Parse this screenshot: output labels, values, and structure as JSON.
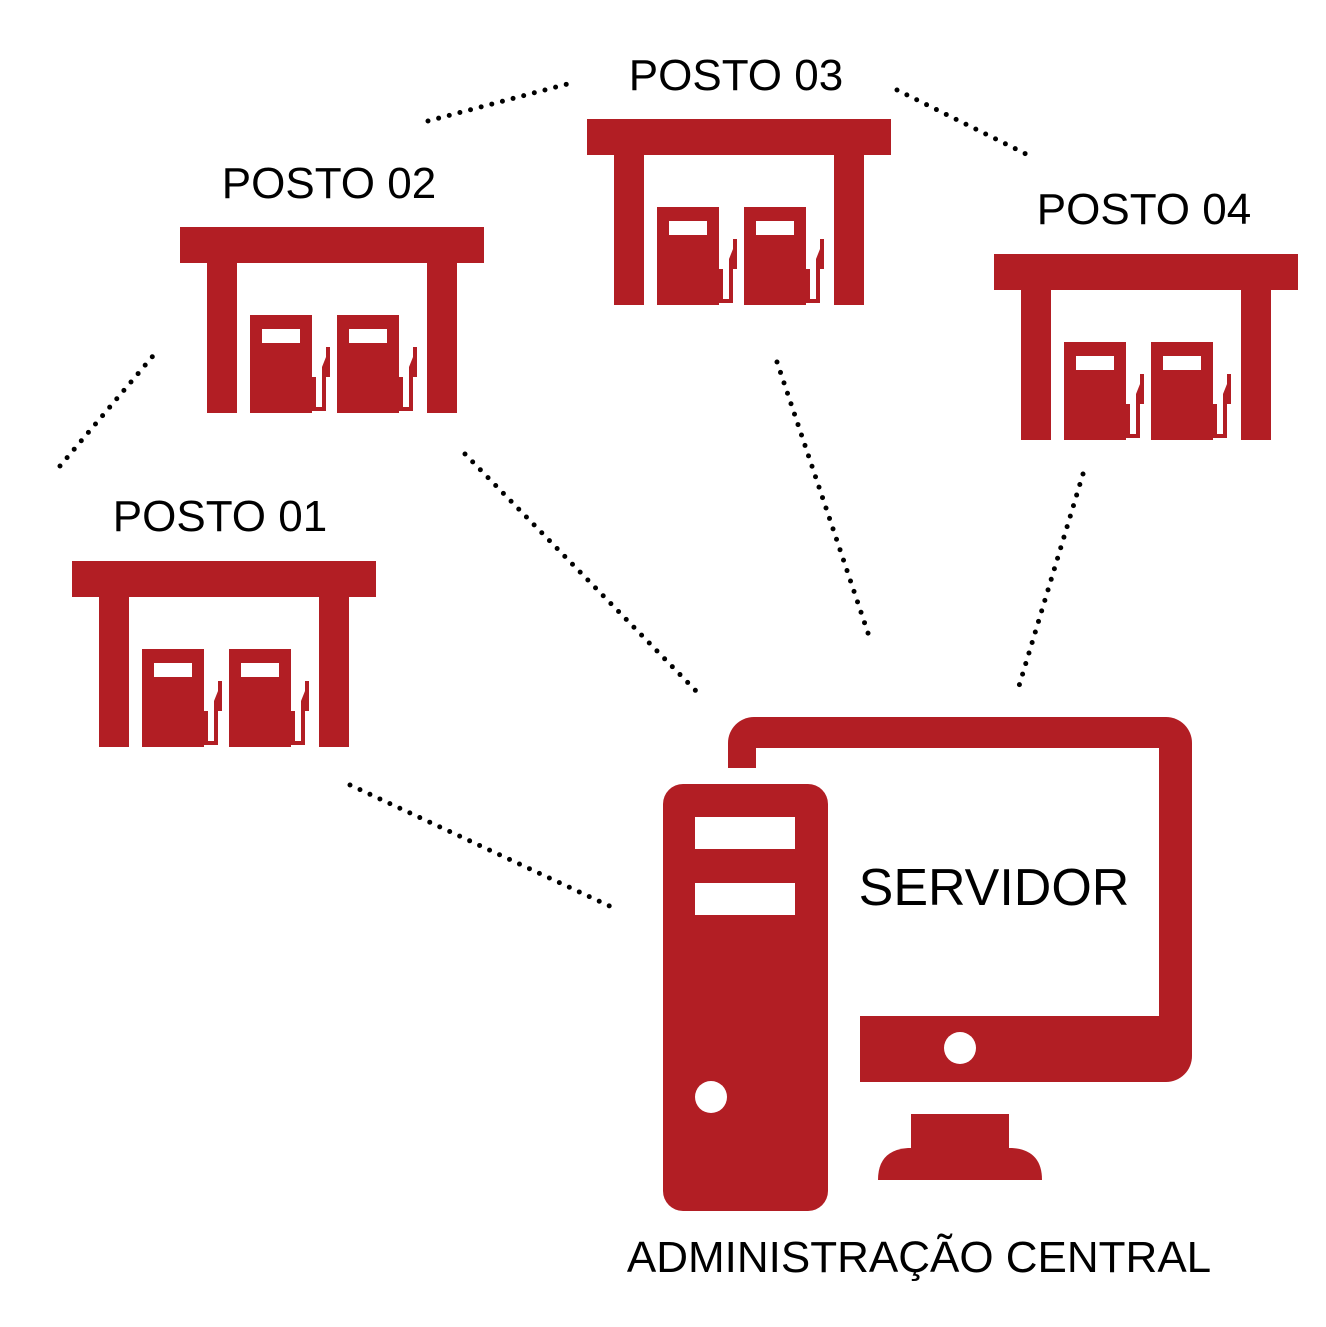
{
  "diagram": {
    "colors": {
      "primary": "#b21e24",
      "connector": "#000000",
      "background": "#ffffff"
    },
    "nodes": [
      {
        "id": "posto-01",
        "label": "POSTO 01",
        "icon": "gas-station-icon"
      },
      {
        "id": "posto-02",
        "label": "POSTO 02",
        "icon": "gas-station-icon"
      },
      {
        "id": "posto-03",
        "label": "POSTO 03",
        "icon": "gas-station-icon"
      },
      {
        "id": "posto-04",
        "label": "POSTO 04",
        "icon": "gas-station-icon"
      },
      {
        "id": "servidor",
        "label": "SERVIDOR",
        "icon": "desktop-computer-icon"
      }
    ],
    "footer_label": "ADMINISTRAÇÃO CENTRAL",
    "connections": [
      {
        "from": "posto-01",
        "to": "posto-02",
        "style": "dotted"
      },
      {
        "from": "posto-02",
        "to": "posto-03",
        "style": "dotted"
      },
      {
        "from": "posto-03",
        "to": "posto-04",
        "style": "dotted"
      },
      {
        "from": "posto-01",
        "to": "servidor",
        "style": "dotted"
      },
      {
        "from": "posto-02",
        "to": "servidor",
        "style": "dotted"
      },
      {
        "from": "posto-03",
        "to": "servidor",
        "style": "dotted"
      },
      {
        "from": "posto-04",
        "to": "servidor",
        "style": "dotted"
      }
    ]
  }
}
